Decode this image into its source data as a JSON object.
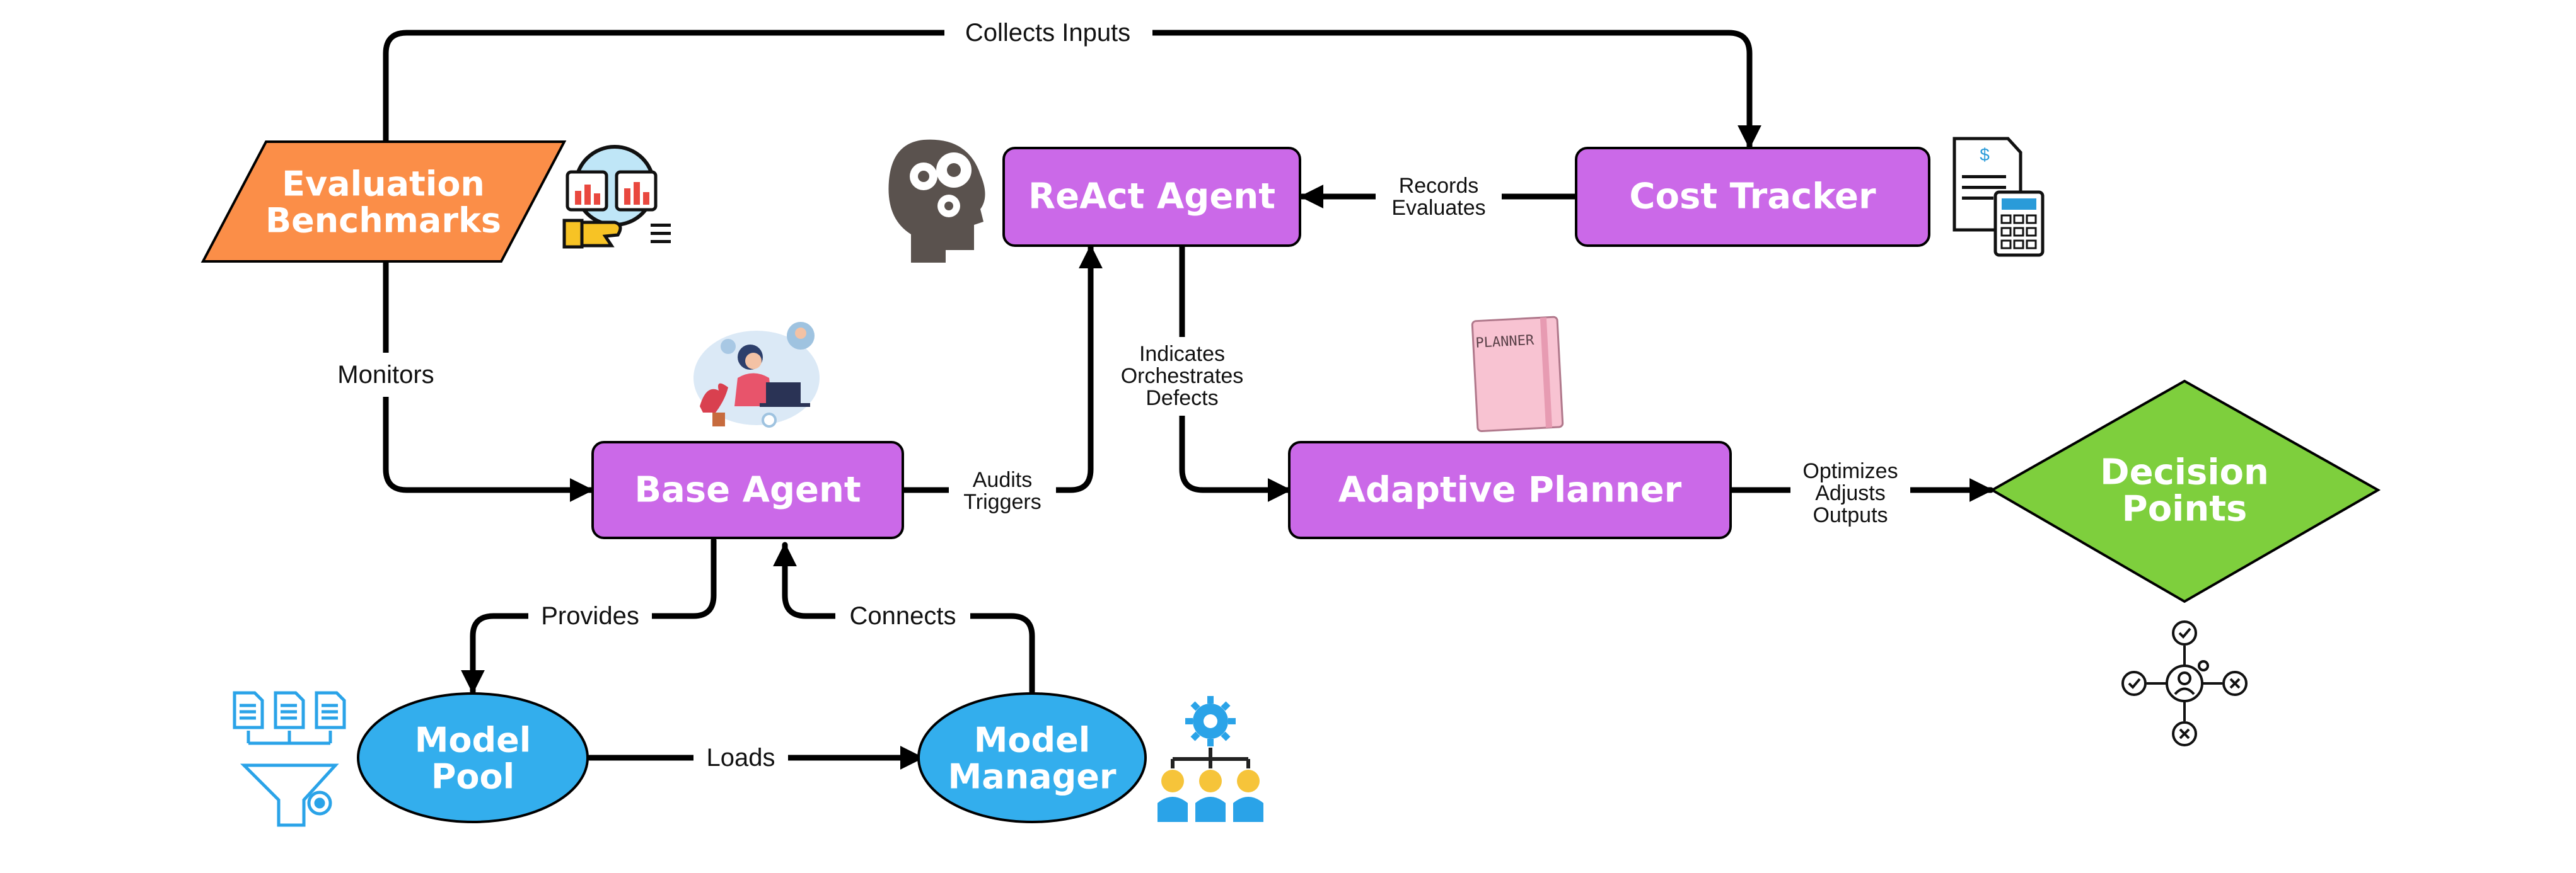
{
  "nodes": {
    "evaluation_benchmarks": {
      "line1": "Evaluation",
      "line2": "Benchmarks"
    },
    "react_agent": {
      "label": "ReAct Agent"
    },
    "cost_tracker": {
      "label": "Cost Tracker"
    },
    "base_agent": {
      "label": "Base Agent"
    },
    "adaptive_planner": {
      "label": "Adaptive Planner"
    },
    "decision_points": {
      "line1": "Decision",
      "line2": "Points"
    },
    "model_pool": {
      "line1": "Model",
      "line2": "Pool"
    },
    "model_manager": {
      "line1": "Model",
      "line2": "Manager"
    }
  },
  "edges": {
    "collects_inputs": "Collects Inputs",
    "records_evaluates": [
      "Records",
      "Evaluates"
    ],
    "monitors": "Monitors",
    "indicates": [
      "Indicates",
      "Orchestrates",
      "Defects"
    ],
    "audits_triggers": [
      "Audits",
      "Triggers"
    ],
    "optimizes": [
      "Optimizes",
      "Adjusts",
      "Outputs"
    ],
    "provides": "Provides",
    "connects": "Connects",
    "loads": "Loads"
  },
  "icons": {
    "planner_notebook_text": "PLANNER",
    "invoice_symbol": "$"
  },
  "colors": {
    "process_purple": "#cb69e8",
    "io_orange": "#fb8e48",
    "decision_green": "#7ecf3d",
    "data_blue": "#33aeed",
    "edge": "#000000"
  }
}
